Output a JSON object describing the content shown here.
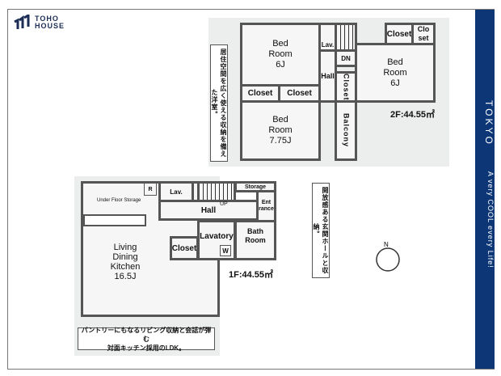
{
  "brand": {
    "line1": "TOHO",
    "line2": "HOUSE"
  },
  "sidebar": {
    "title": "TOKYO",
    "tagline": "A very COOL every Life!",
    "color": "#0d3677"
  },
  "floor2": {
    "area": "2F:44.55㎡",
    "rooms": {
      "bed1": [
        "Bed",
        "Room",
        "6J"
      ],
      "lav": "Lav.",
      "dn": "DN",
      "hall": "Hall",
      "closet_a": "Closet",
      "closet_b": "Closet",
      "closet_c": "Closet",
      "closet_d": "Closet",
      "closet_e": "Clo set",
      "bed2": [
        "Bed",
        "Room",
        "6J"
      ],
      "bed3": [
        "Bed",
        "Room",
        "7.75J"
      ],
      "balcony": "Balcony"
    },
    "note": "居住空間を広く使える収納を備えた洋室。"
  },
  "floor1": {
    "area": "1F:44.55㎡",
    "rooms": {
      "r": "R",
      "lav": "Lav.",
      "up": "UP",
      "storage": "Storage",
      "entrance": "Ent rance",
      "hall": "Hall",
      "underfloor": "Under Floor Storage",
      "lavatory": "Lavatory",
      "w": "W",
      "bath": "Bath Room",
      "closet": "Closet",
      "ldk": [
        "Living",
        "Dining",
        "Kitchen",
        "16.5J"
      ]
    },
    "note": "開放感ある玄関ホールと収納。"
  },
  "caption": {
    "line1": "パントリーにもなるリビング収納と会話が弾む",
    "line2": "対面キッチン採用のLDK。"
  },
  "compass": "N"
}
